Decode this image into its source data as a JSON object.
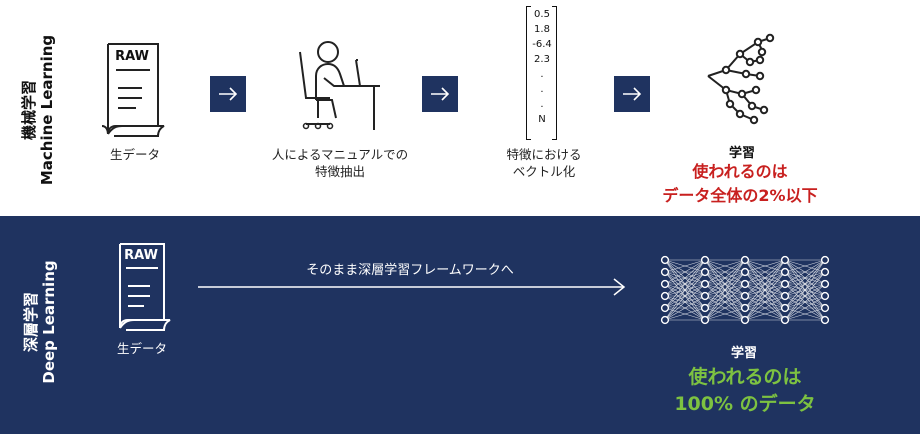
{
  "machine_learning": {
    "label_jp": "機械学習",
    "label_en": "Machine Learning",
    "step1_caption": "生データ",
    "raw_text": "RAW",
    "step2_caption_line1": "人によるマニュアルでの",
    "step2_caption_line2": "特徴抽出",
    "vector_values": [
      "0.5",
      "1.8",
      "-6.4",
      "2.3",
      ".",
      ".",
      ".",
      "N"
    ],
    "step3_caption_line1": "特徴における",
    "step3_caption_line2": "ベクトル化",
    "learn_label": "学習",
    "highlight_line1": "使われるのは",
    "highlight_line2": "データ全体の2%以下",
    "highlight_color": "#c8201f"
  },
  "deep_learning": {
    "label_jp": "深層学習",
    "label_en": "Deep Learning",
    "step1_caption": "生データ",
    "raw_text": "RAW",
    "flow_caption": "そのまま深層学習フレームワークへ",
    "learn_label": "学習",
    "highlight_line1": "使われるのは",
    "highlight_line2": "100% のデータ",
    "highlight_color": "#7dc241"
  },
  "colors": {
    "navy": "#1f3360",
    "icon_stroke": "#222222"
  }
}
